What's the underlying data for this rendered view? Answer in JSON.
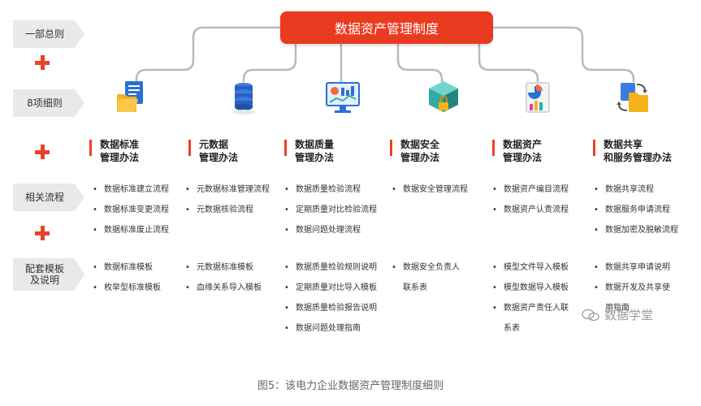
{
  "title": "数据资产管理制度",
  "left_labels": {
    "general": "一部总则",
    "rules": "8项细则",
    "processes": "相关流程",
    "templates": "配套模板\n及说明"
  },
  "columns": [
    {
      "heading": "数据标准\n管理办法",
      "icon": "document-folder-icon",
      "processes": [
        "数据标准建立流程",
        "数据标准变更流程",
        "数据标准废止流程"
      ],
      "templates": [
        "数据标准模板",
        "枚举型标准模板"
      ]
    },
    {
      "heading": "元数据\n管理办法",
      "icon": "database-icon",
      "processes": [
        "元数据标准管理流程",
        "元数据核验流程"
      ],
      "templates": [
        "元数据标准模板",
        "血缘关系导入模板"
      ]
    },
    {
      "heading": "数据质量\n管理办法",
      "icon": "dashboard-screen-icon",
      "processes": [
        "数据质量检验流程",
        "定期质量对比检验流程",
        "数据问题处理流程"
      ],
      "templates": [
        "数据质量检验规则说明",
        "定期质量对比导入模板",
        "数据质量检验报告说明",
        "数据问题处理指南"
      ]
    },
    {
      "heading": "数据安全\n管理办法",
      "icon": "cube-lock-icon",
      "processes": [
        "数据安全管理流程"
      ],
      "templates": [
        "数据安全负责人",
        "联系表"
      ]
    },
    {
      "heading": "数据资产\n管理办法",
      "icon": "chart-report-icon",
      "processes": [
        "数据资产编目流程",
        "数据资产认责流程"
      ],
      "templates": [
        "模型文件导入模板",
        "模型数据导入模板",
        "数据资产责任人联",
        "系表"
      ]
    },
    {
      "heading": "数据共享\n和服务管理办法",
      "icon": "file-exchange-icon",
      "processes": [
        "数据共享流程",
        "数据服务申请流程",
        "数据加密及脱敏流程"
      ],
      "templates": [
        "数据共享申请说明",
        "数据开发及共享使",
        "用指南"
      ]
    }
  ],
  "watermark": "数据学堂",
  "caption": "图5：该电力企业数据资产管理制度细则",
  "colors": {
    "accent": "#ea3b20",
    "label_bg": "#e9e9e9",
    "connector": "#b9b9b9"
  }
}
